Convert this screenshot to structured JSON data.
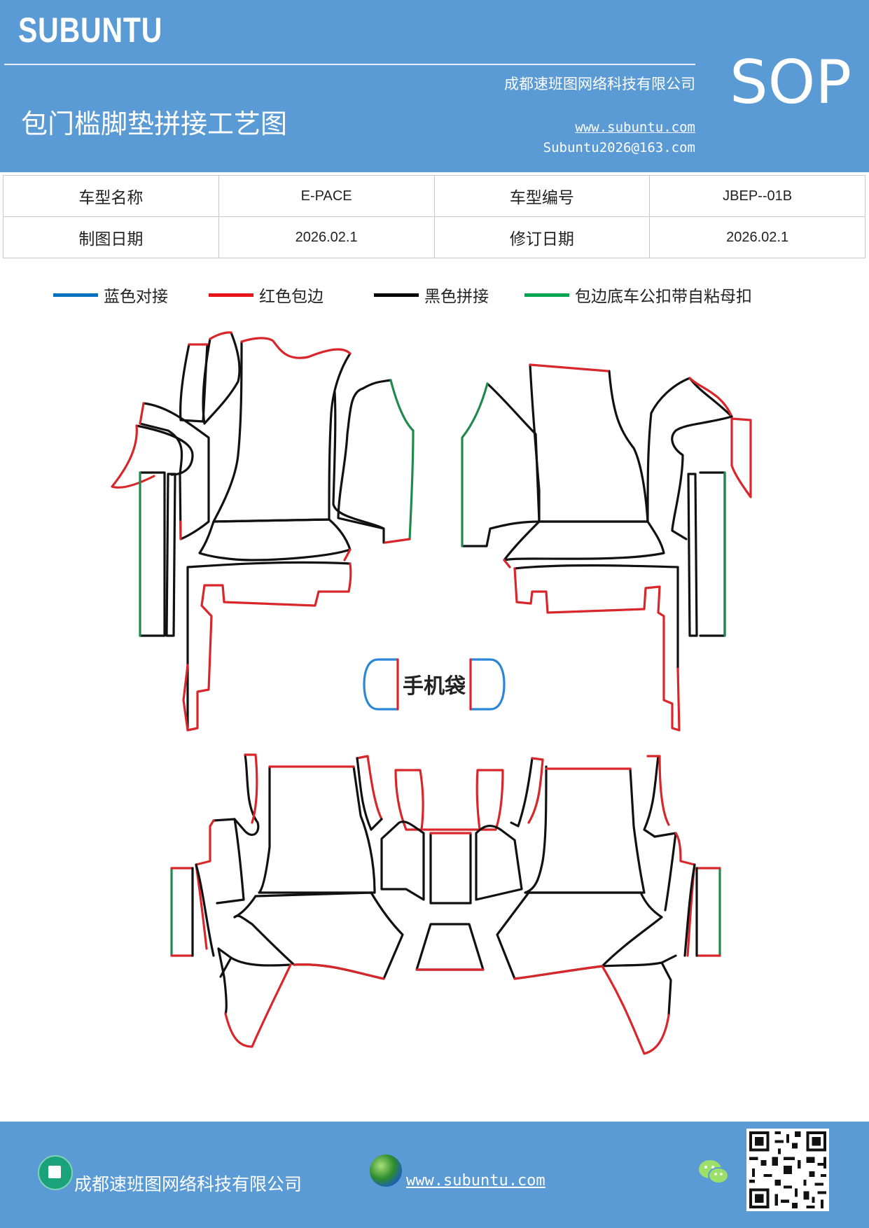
{
  "header": {
    "logo": "SUBUNTU",
    "badge": "SOP",
    "company": "成都速班图网络科技有限公司",
    "title": "包门槛脚垫拼接工艺图",
    "website": "www.subuntu.com",
    "email": "Subuntu2026@163.com"
  },
  "info_table": {
    "model_name_label": "车型名称",
    "model_name": "E-PACE",
    "model_code_label": "车型编号",
    "model_code": "JBEP--01B",
    "draw_date_label": "制图日期",
    "draw_date": "2026.02.1",
    "revise_date_label": "修订日期",
    "revise_date": "2026.02.1"
  },
  "legend": [
    {
      "label": "蓝色对接",
      "color": "#0070c0"
    },
    {
      "label": "红色包边",
      "color": "#e8141b"
    },
    {
      "label": "黑色拼接",
      "color": "#000000"
    },
    {
      "label": "包边底车公扣带自粘母扣",
      "color": "#00a651"
    }
  ],
  "diagram": {
    "phone_pocket_label": "手机袋",
    "colors": {
      "black": "#111111",
      "red": "#d9262b",
      "green": "#1f8a4c",
      "blue": "#2a86d6"
    }
  },
  "footer": {
    "company": "成都速班图网络科技有限公司",
    "website": "www.subuntu.com"
  }
}
